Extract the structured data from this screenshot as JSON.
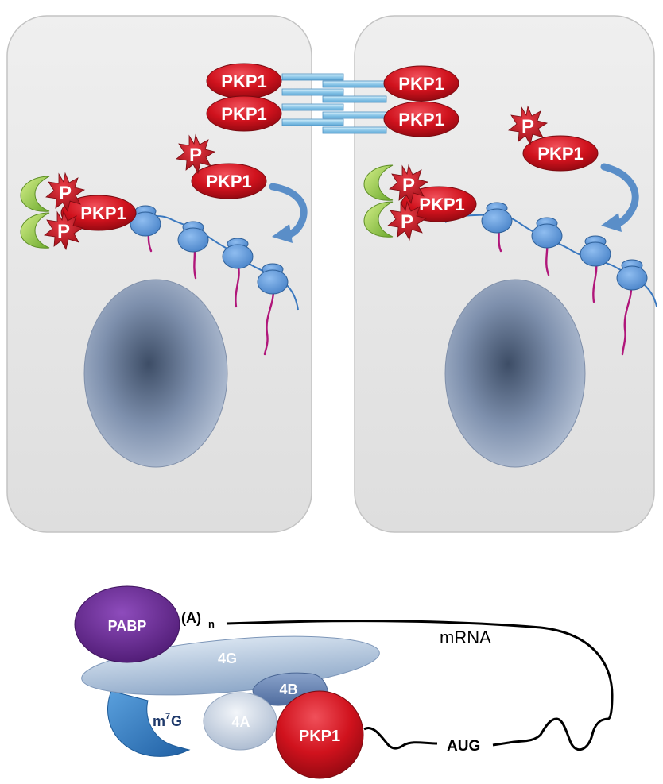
{
  "labels": {
    "pkp1": "PKP1",
    "p": "P",
    "pabp": "PABP",
    "polya": "(A)",
    "polya_sub": "n",
    "mrna": "mRNA",
    "eif4g": "4G",
    "eif4b": "4B",
    "eif4a": "4A",
    "m7g_m": "m",
    "m7g_sup": "7",
    "m7g_g": "G",
    "aug": "AUG"
  },
  "colors": {
    "cell_fill": "#e4e4e4",
    "cell_stroke": "#bfbfbf",
    "pkp1_red": "#c8101b",
    "p_star_red": "#b5141e",
    "ribosome_blue": "#5b93d3",
    "peptide_magenta": "#b0167a",
    "arrow_blue": "#5a8ec8",
    "desmosome_blue": "#9fd0ec",
    "pabp_purple": "#6a2c91",
    "eif4g_blue": "#a9bfd8",
    "eif4b_blue": "#6b87b6",
    "cap_blue": "#2f7bc0",
    "claw_green": "#8cc63f"
  }
}
